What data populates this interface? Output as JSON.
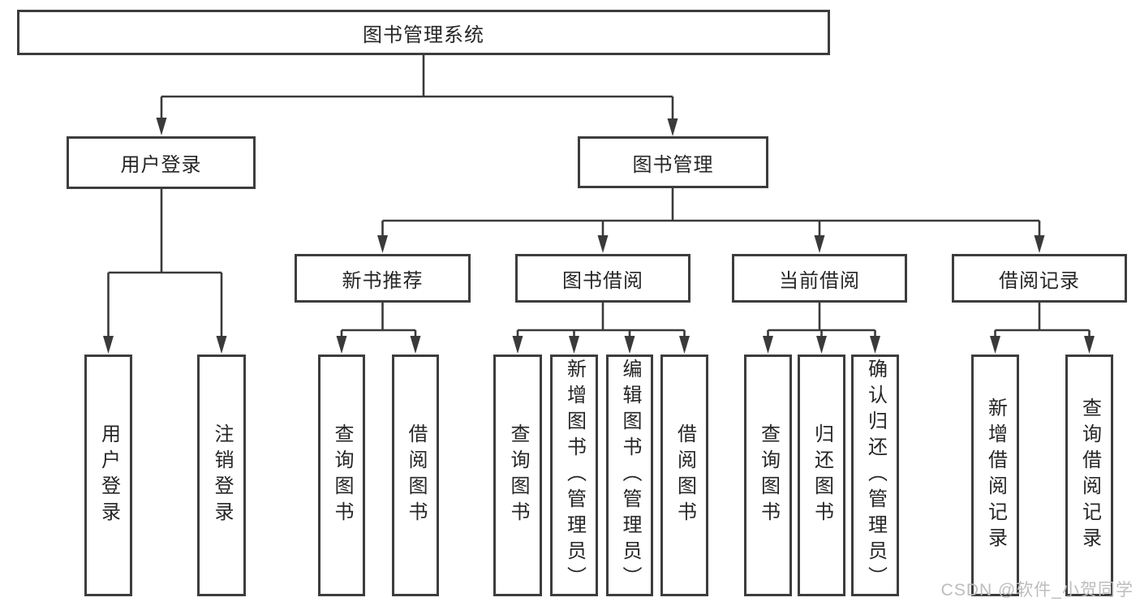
{
  "diagram": {
    "root_label": "图书管理系统",
    "branches": {
      "user_login": {
        "label": "用户登录",
        "children": [
          "用户登录",
          "注销登录"
        ]
      },
      "book_management": {
        "label": "图书管理",
        "sections": [
          {
            "label": "新书推荐",
            "children": [
              "查询图书",
              "借阅图书"
            ]
          },
          {
            "label": "图书借阅",
            "children": [
              "查询图书",
              "新增图书（管理员）",
              "编辑图书（管理员）",
              "借阅图书"
            ]
          },
          {
            "label": "当前借阅",
            "children": [
              "查询图书",
              "归还图书",
              "确认归还（管理员）"
            ]
          },
          {
            "label": "借阅记录",
            "children": [
              "新增借阅记录",
              "查询借阅记录"
            ]
          }
        ]
      }
    },
    "colors": {
      "box_border": "#3d3d3d",
      "connector": "#3a3a3a",
      "text": "#262626",
      "background": "#ffffff"
    }
  },
  "watermark": {
    "text": "CSDN @软件_小贺同学",
    "color": "#bdbdbd"
  }
}
